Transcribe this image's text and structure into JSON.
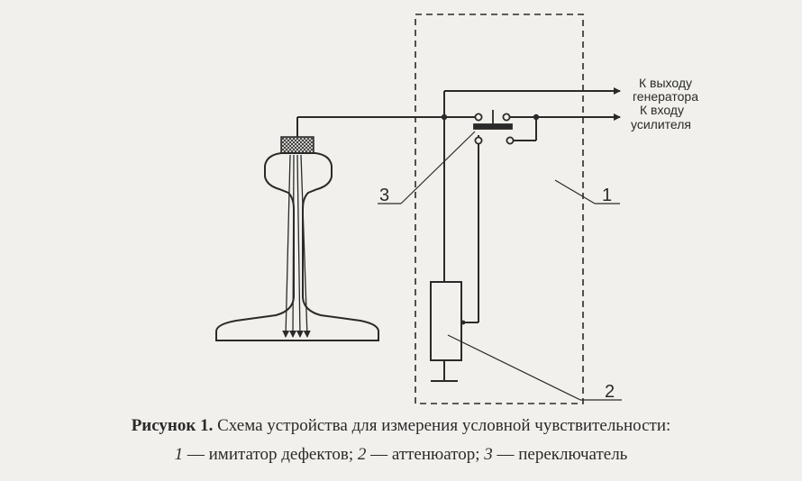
{
  "labels": {
    "generator_1": "К выходу",
    "generator_2": "генератора",
    "amplifier_1": "К входу",
    "amplifier_2": "усилителя",
    "num_1": "1",
    "num_2": "2",
    "num_3": "3"
  },
  "caption": {
    "figure_label": "Рисунок 1.",
    "title": "Схема устройства для измерения условной чувствительности:",
    "n1": "1",
    "t1": " — имитатор дефектов; ",
    "n2": "2",
    "t2": " — аттенюатор; ",
    "n3": "3",
    "t3": " — переключатель"
  },
  "colors": {
    "ink": "#2a2a2a",
    "paper": "#f1f0ec"
  }
}
